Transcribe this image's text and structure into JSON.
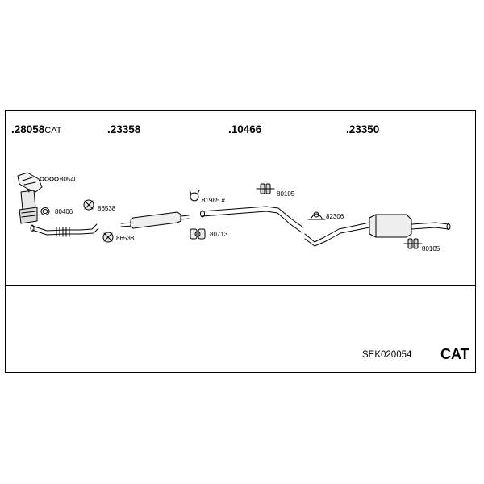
{
  "assemblies": [
    {
      "number": ".28058",
      "suffix": "CAT"
    },
    {
      "number": ".23358",
      "suffix": ""
    },
    {
      "number": ".10466",
      "suffix": ""
    },
    {
      "number": ".23350",
      "suffix": ""
    }
  ],
  "parts": {
    "p80540": "80540",
    "p80406": "80406",
    "p86538a": "86538",
    "p86538b": "86538",
    "p81985": "81985 #",
    "p80713": "80713",
    "p80105a": "80105",
    "p82306": "82306",
    "p80105b": "80105"
  },
  "footer": {
    "set_code": "SEK020054",
    "type_label": "CAT"
  }
}
